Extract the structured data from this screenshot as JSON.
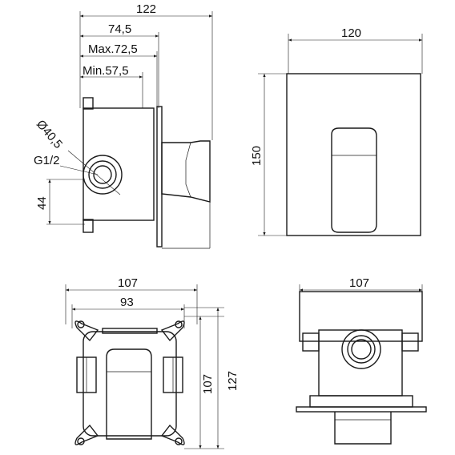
{
  "side_view": {
    "overall_width": "122",
    "depth_a": "74,5",
    "depth_max": "Max.72,5",
    "depth_min": "Min.57,5",
    "diameter": "Ø40,5",
    "thread": "G1/2",
    "port_height": "44"
  },
  "front_view": {
    "width": "120",
    "height": "150"
  },
  "box_front_view": {
    "outer_width": "107",
    "inner_width": "93",
    "inner_height": "107",
    "outer_height": "127"
  },
  "box_top_view": {
    "width": "107"
  }
}
